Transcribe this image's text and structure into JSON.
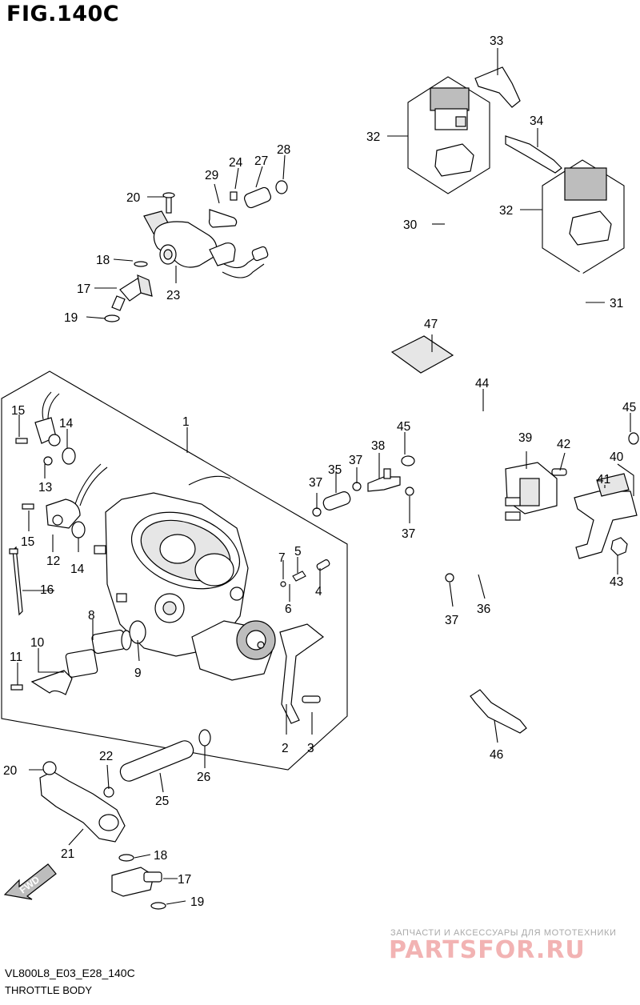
{
  "figure": {
    "title": "FIG.140C",
    "code": "VL800L8_E03_E28_140C",
    "name": "THROTTLE BODY",
    "fwd_label": "FWD"
  },
  "watermark": {
    "tagline": "ЗАПЧАСТИ И АКСЕССУАРЫ ДЛЯ МОТОТЕХНИКИ",
    "logo": "PARTSFOR.RU"
  },
  "callouts": [
    "1",
    "2",
    "3",
    "4",
    "5",
    "6",
    "7",
    "8",
    "9",
    "10",
    "11",
    "12",
    "13",
    "14",
    "14",
    "15",
    "15",
    "16",
    "17",
    "17",
    "18",
    "18",
    "19",
    "19",
    "20",
    "20",
    "21",
    "22",
    "23",
    "24",
    "25",
    "26",
    "27",
    "28",
    "29",
    "30",
    "31",
    "32",
    "32",
    "33",
    "34",
    "35",
    "36",
    "37",
    "37",
    "37",
    "37",
    "38",
    "39",
    "40",
    "41",
    "42",
    "43",
    "44",
    "45",
    "45",
    "46",
    "47"
  ]
}
